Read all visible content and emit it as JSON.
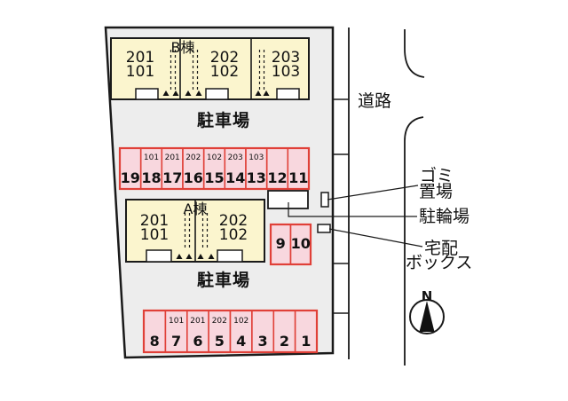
{
  "buildings": [
    {
      "name": "B棟",
      "units": [
        {
          "upper": "201",
          "lower": "101"
        },
        {
          "upper": "202",
          "lower": "102"
        },
        {
          "upper": "203",
          "lower": "103"
        }
      ]
    },
    {
      "name": "A棟",
      "units": [
        {
          "upper": "201",
          "lower": "101"
        },
        {
          "upper": "202",
          "lower": "102"
        }
      ]
    }
  ],
  "labels": {
    "parking_upper": "駐車場",
    "parking_lower": "駐車場",
    "road": "道路",
    "garbage_1": "ゴミ",
    "garbage_2": "置場",
    "bicycle": "駐輪場",
    "delivery_1": "宅配",
    "delivery_2": "ボックス",
    "north": "N"
  },
  "parking": {
    "middle_row": {
      "spots": [
        {
          "number": "19",
          "room": ""
        },
        {
          "number": "18",
          "room": "101"
        },
        {
          "number": "17",
          "room": "201"
        },
        {
          "number": "16",
          "room": "202"
        },
        {
          "number": "15",
          "room": "102"
        },
        {
          "number": "14",
          "room": "203"
        },
        {
          "number": "13",
          "room": "103"
        },
        {
          "number": "12",
          "room": ""
        },
        {
          "number": "11",
          "room": ""
        }
      ]
    },
    "bottom_row": {
      "spots": [
        {
          "number": "8",
          "room": ""
        },
        {
          "number": "7",
          "room": "101"
        },
        {
          "number": "6",
          "room": "201"
        },
        {
          "number": "5",
          "room": "202"
        },
        {
          "number": "4",
          "room": "102"
        },
        {
          "number": "3",
          "room": ""
        },
        {
          "number": "2",
          "room": ""
        },
        {
          "number": "1",
          "room": ""
        }
      ]
    },
    "side_pair": {
      "spots": [
        {
          "number": "9"
        },
        {
          "number": "10"
        }
      ]
    }
  },
  "colors": {
    "site_fill": "#EDEDED",
    "building_fill": "#FBF5CE",
    "parking_fill": "#F8D7DE",
    "parking_border": "#E04038",
    "line": "#1A1A1A"
  }
}
